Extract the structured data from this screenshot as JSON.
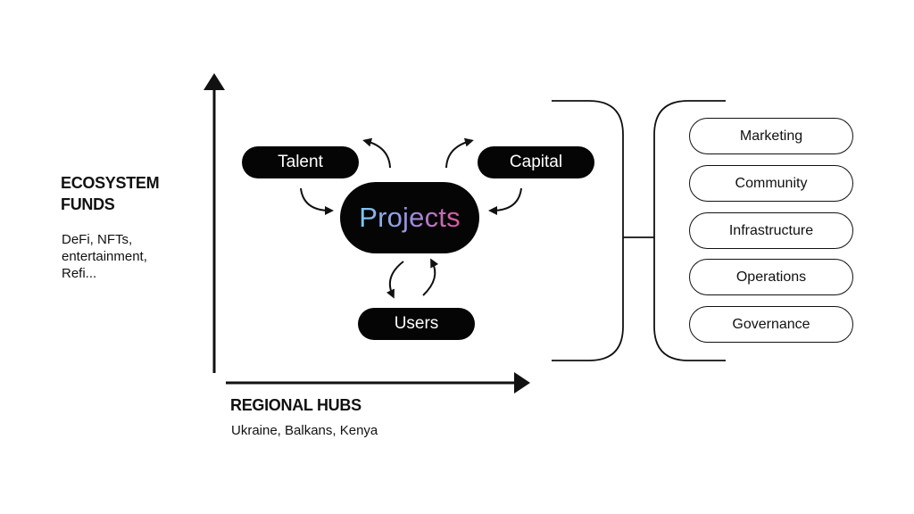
{
  "y_axis": {
    "title_line1": "ECOSYSTEM",
    "title_line2": "FUNDS",
    "subtitle_line1": "DeFi, NFTs,",
    "subtitle_line2": "entertainment,",
    "subtitle_line3": "Refi..."
  },
  "x_axis": {
    "title": "REGIONAL HUBS",
    "subtitle": "Ukraine, Balkans, Kenya"
  },
  "center": {
    "projects": "Projects",
    "talent": "Talent",
    "capital": "Capital",
    "users": "Users"
  },
  "functions": [
    "Marketing",
    "Community",
    "Infrastructure",
    "Operations",
    "Governance"
  ],
  "colors": {
    "ink": "#050505",
    "projects_gradient": [
      "#7fc8f0",
      "#9b8ee0",
      "#e0559a"
    ]
  },
  "icons": [
    "curved-arrow-icon",
    "arrow-up-icon",
    "arrow-right-icon"
  ]
}
